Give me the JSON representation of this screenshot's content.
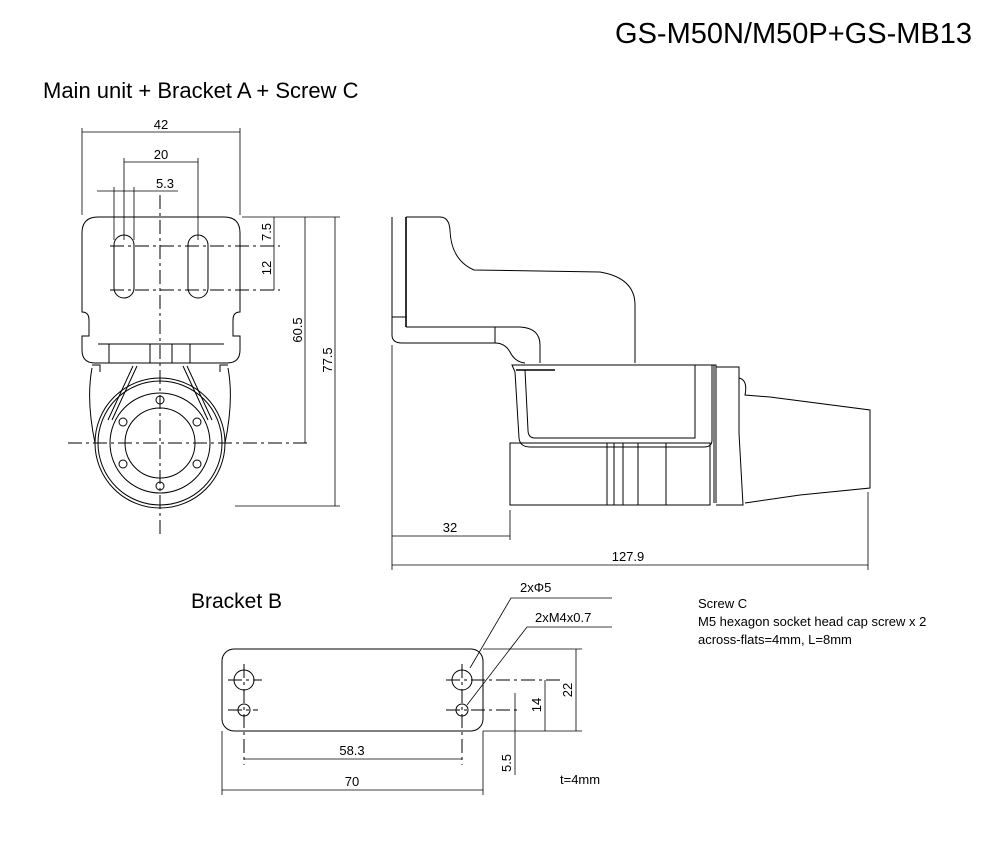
{
  "title": "GS-M50N/M50P+GS-MB13",
  "main_view": {
    "heading": "Main unit + Bracket A + Screw C",
    "dims": {
      "width_42": "42",
      "slot_pitch_20": "20",
      "slot_width_5_3": "5.3",
      "top_7_5": "7.5",
      "slot_len_12": "12",
      "center_60_5": "60.5",
      "height_77_5": "77.5",
      "offset_32": "32",
      "length_127_9": "127.9"
    }
  },
  "bracket_b": {
    "heading": "Bracket B",
    "callouts": {
      "hole_phi5": "2xΦ5",
      "thread_m4": "2xM4x0.7"
    },
    "dims": {
      "pitch_58_3": "58.3",
      "length_70": "70",
      "height_22": "22",
      "pitch_14": "14",
      "edge_5_5": "5.5"
    },
    "thickness": "t=4mm"
  },
  "screw_note": {
    "title": "Screw C",
    "line1": "M5 hexagon socket head cap screw x 2",
    "line2": "across-flats=4mm, L=8mm"
  }
}
